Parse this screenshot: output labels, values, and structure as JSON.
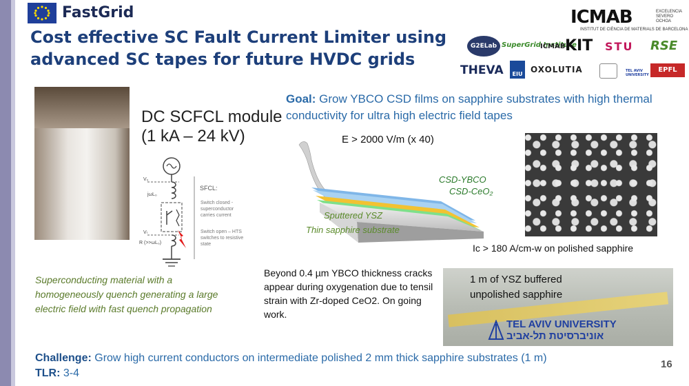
{
  "header": {
    "brand": "FastGrid",
    "title": "Cost effective SC Fault Current Limiter using advanced SC tapes for future HVDC grids",
    "icmab": "ICMAB",
    "icmab_sub": "INSTITUT DE CIÈNCIA DE MATERIALS DE BARCELONA",
    "excellence": "EXCELENCIA SEVERO OCHOA"
  },
  "partners": [
    "G2ELab",
    "SuperGrid Institute",
    "ICMAB",
    "KIT",
    "STU",
    "RSE",
    "THEVA",
    "EIU",
    "OXOLUTIA",
    "TEL AVIV UNIVERSITY",
    "EPFL"
  ],
  "module": {
    "title_line1": "DC SCFCL module",
    "title_line2": "(1 kA – 24 kV)",
    "sfcl_label": "SFCL:",
    "switch_closed": "Switch closed - superconductor carries current",
    "switch_open": "Switch open – HTS switches to resistive state",
    "v0": "V₀",
    "vl": "Vₗ",
    "jwl": "jωL₀",
    "r": "R (>>ωL₀)",
    "caption": "Superconducting material with a homogeneously  quench generating a large electric field with fast quench propagation"
  },
  "goal": {
    "label": "Goal:",
    "text": " Grow YBCO CSD films on sapphire substrates with high thermal conductivity for ultra high electric field tapes"
  },
  "layers": {
    "efield": "E > 2000 V/m (x 40)",
    "csd_ybco": "CSD-YBCO",
    "csd_ceo2": "CSD-CeO₂",
    "ysz": "Sputtered YSZ",
    "sapphire": "Thin sapphire substrate"
  },
  "sem_caption": "Ic > 180 A/cm-w on polished sapphire",
  "beyond": "Beyond 0.4 µm YBCO thickness cracks appear during oxygenation due to tensil strain with Zr-doped CeO2. On going work.",
  "tape": {
    "line1": "1 m of YSZ buffered",
    "line2": "unpolished sapphire",
    "university": "TEL AVIV UNIVERSITY",
    "university_hebrew": "אוניברסיטת תל-אביב"
  },
  "footer": {
    "challenge_label": "Challenge:",
    "challenge_text": " Grow high current conductors on intermediate polished 2 mm thick sapphire substrates (1 m)",
    "tlr_label": "TLR:",
    "tlr_value": " 3-4",
    "page": "16"
  },
  "colors": {
    "title": "#1d3f7a",
    "goal": "#2a6aa8",
    "caption_green": "#5a7a2a",
    "sidebar": "#8c8ab0"
  }
}
